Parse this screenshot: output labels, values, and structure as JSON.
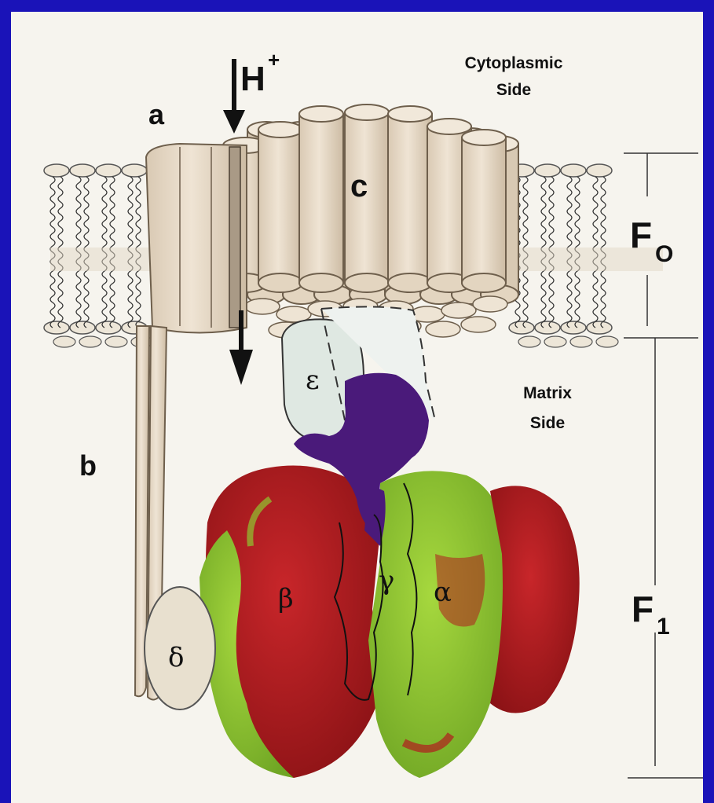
{
  "labels": {
    "proton": "H",
    "proton_charge": "+",
    "subunit_a": "a",
    "subunit_b": "b",
    "subunit_c": "c",
    "cytoplasmic_line1": "Cytoplasmic",
    "cytoplasmic_line2": "Side",
    "matrix_line1": "Matrix",
    "matrix_line2": "Side",
    "fo_main": "F",
    "fo_sub": "O",
    "f1_main": "F",
    "f1_sub": "1",
    "epsilon": "ε",
    "gamma": "γ",
    "delta": "δ",
    "alpha": "α",
    "beta": "β"
  },
  "colors": {
    "background": "#1a13b8",
    "paper": "#f6f4ee",
    "membrane_protein": "#e9dcca",
    "alpha_subunit": "#8fc730",
    "beta_subunit": "#b01c1e",
    "gamma_subunit": "#4a1a7a",
    "epsilon_subunit": "#dfe8e2"
  }
}
